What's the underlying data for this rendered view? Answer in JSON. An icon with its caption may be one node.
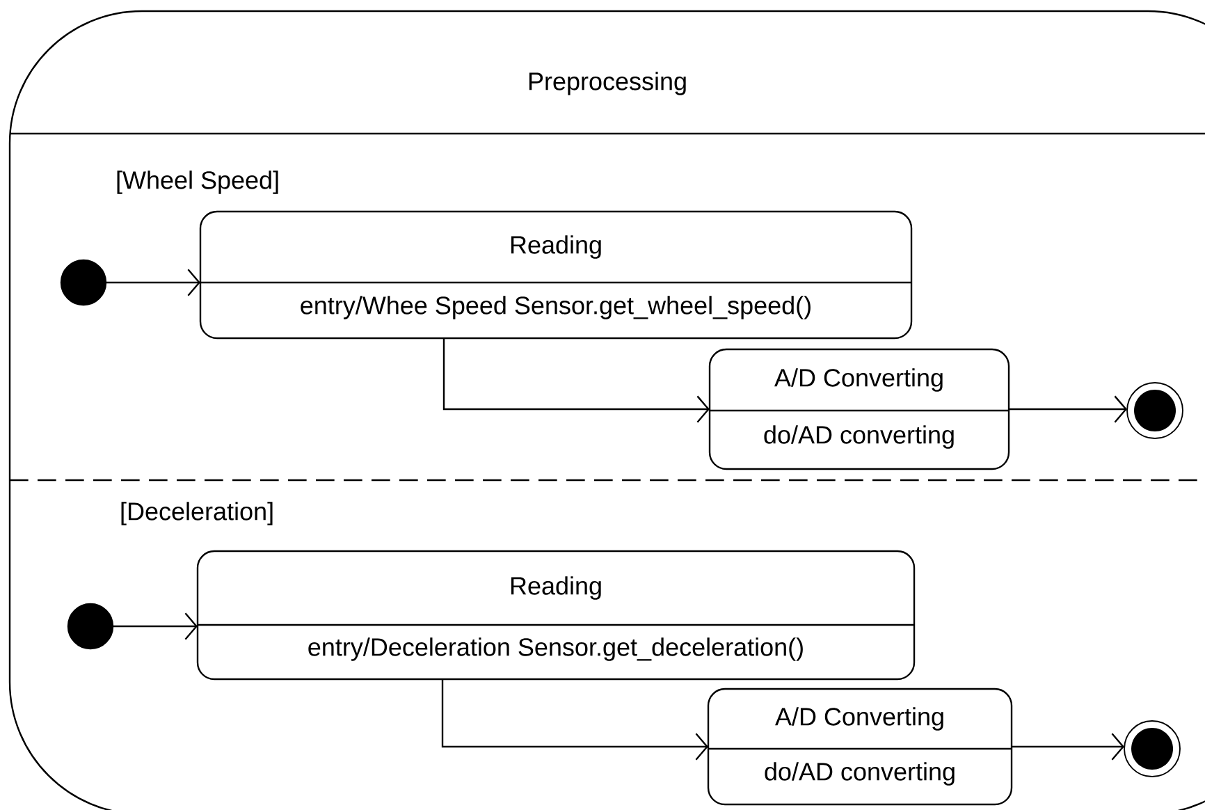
{
  "diagram": {
    "nodes": [
      {
        "text": [
          "Preprocessing"
        ]
      },
      {
        "text": [],
        "shape": "circle",
        "in": 0
      },
      {
        "text": [
          "Reading",
          "entry/Whee Speed Sensor.get_wheel_speed()"
        ],
        "in": 0
      },
      {
        "text": [
          "A/D Converting",
          "do/AD converting"
        ],
        "in": 0
      },
      {
        "text": [],
        "shape": "circle",
        "in": 0
      },
      {
        "text": [],
        "shape": "circle",
        "in": 0
      },
      {
        "text": [
          "Reading",
          "entry/Deceleration Sensor.get_deceleration()"
        ],
        "in": 0
      },
      {
        "text": [
          "A/D Converting",
          "do/AD converting"
        ],
        "in": 0
      },
      {
        "text": [],
        "shape": "circle",
        "in": 0
      }
    ],
    "edges": [
      {
        "from": 1,
        "to": 2,
        "arrow": "to"
      },
      {
        "from": 2,
        "to": 3,
        "arrow": "to"
      },
      {
        "from": 3,
        "to": 4,
        "arrow": "to"
      },
      {
        "from": 5,
        "to": 6,
        "arrow": "to"
      },
      {
        "from": 6,
        "to": 7,
        "arrow": "to"
      },
      {
        "from": 7,
        "to": 8,
        "arrow": "to"
      }
    ],
    "labels": [
      "[Wheel Speed]",
      "[Deceleration]"
    ]
  }
}
